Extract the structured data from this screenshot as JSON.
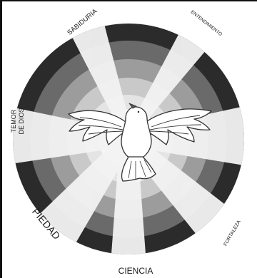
{
  "gifts": {
    "top_left": "SABIDURIA",
    "top_right": "ENTENDIMIENTO",
    "left_1": "TEMOR",
    "left_2": "DE DIOS",
    "bottom_left": "PIEDAD",
    "bottom": "CIENCIA",
    "bottom_right": "FORTALEZA"
  },
  "icon": "dove-icon",
  "colors": {
    "ring_outer": "#2b2b2b",
    "ring_2": "#6a6a6a",
    "ring_3": "#9c9c9c",
    "ring_4": "#c9c9c9",
    "ring_5": "#e4e4e4",
    "center": "#f6f6f6",
    "rays": "#f3f3f3",
    "frame": "#111111"
  }
}
